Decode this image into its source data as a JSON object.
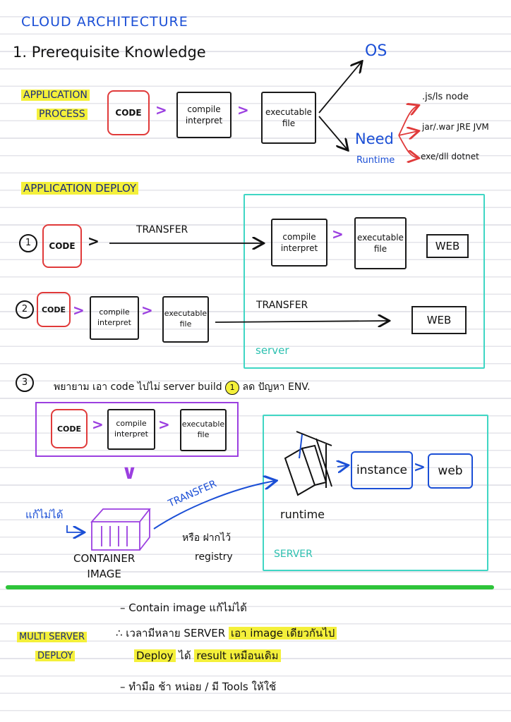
{
  "title": "CLOUD ARCHITECTURE",
  "section1": {
    "heading": "1. Prerequisite Knowledge",
    "process_label_1": "APPLICATION",
    "process_label_2": "PROCESS",
    "code": "CODE",
    "compile_1": "compile",
    "compile_2": "interpret",
    "exec_1": "executable",
    "exec_2": "file",
    "os": "OS",
    "need": "Need",
    "runtime": "Runtime",
    "runtimes": [
      ".js/ls  node",
      "jar/.war  JRE JVM",
      "exe/dll  dotnet"
    ]
  },
  "deploy": {
    "heading": "APPLICATION DEPLOY",
    "num1": "1",
    "num2": "2",
    "num3": "3",
    "transfer": "TRANSFER",
    "web": "WEB",
    "server": "server",
    "note3": "พยายาม เอา code ไปไม่ server build",
    "note3_circle": "1",
    "note3_tail": "ลด ปัญหา ENV.",
    "edit_note": "แก้ไม่ได้",
    "container_1": "CONTAINER",
    "container_2": "IMAGE",
    "transfer_blue": "TRANSFER",
    "registry_1": "หรือ ฝากไว้",
    "registry_2": "registry",
    "runtime": "runtime",
    "instance": "instance",
    "web_lower": "web",
    "server_caps": "SERVER"
  },
  "multi": {
    "label_1": "MULTI SERVER",
    "label_2": "DEPLOY",
    "line1": "– Contain image แก้ไม่ได้",
    "line2_a": "∴ เวลามีหลาย SERVER ",
    "line2_b": "เอา image เดียวกันไป",
    "line3_a": "Deploy",
    "line3_b": " ได้ ",
    "line3_c": "result เหมือนเดิม",
    "line4": "– ทำมือ ช้า หน่อย / มี Tools ให้ใช้"
  },
  "colors": {
    "blue_ink": "#1b4fd6",
    "red_ink": "#e03a3a",
    "purple_ink": "#9b3fe0",
    "teal_ink": "#3fd6c4",
    "green_divider": "#2ec43a",
    "highlight": "#f4f03a"
  }
}
